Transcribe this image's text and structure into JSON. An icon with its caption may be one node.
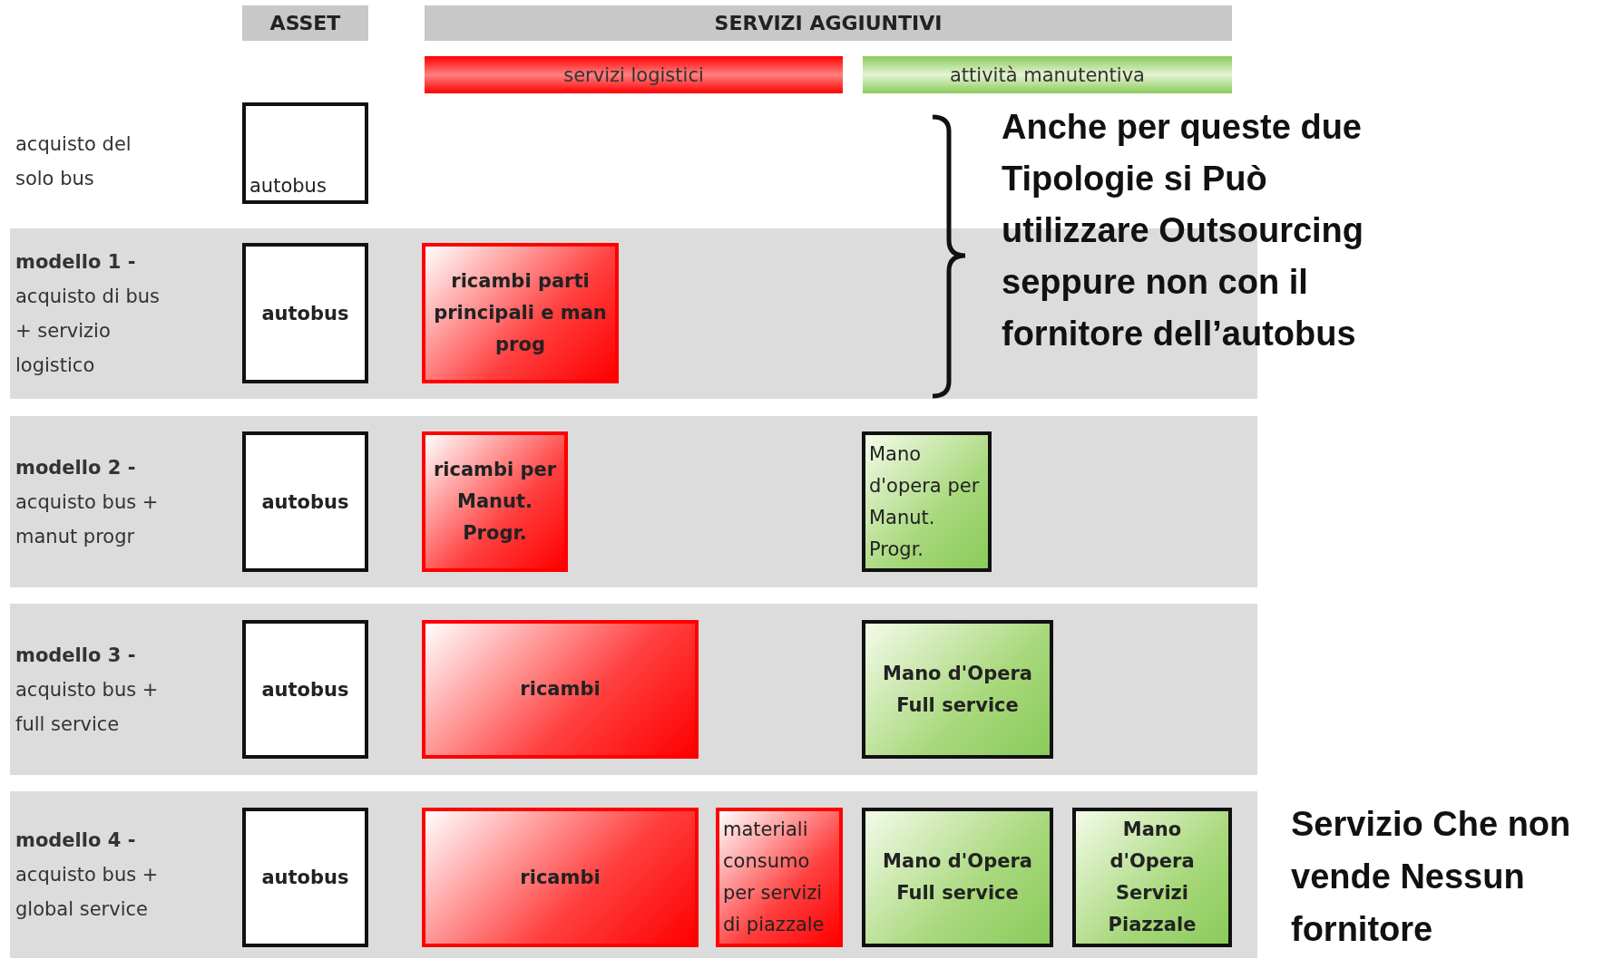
{
  "diagram": {
    "nodes": [
      {
        "text": [
          "ASSET"
        ]
      },
      {
        "text": [
          "SERVIZI AGGIUNTIVI"
        ]
      },
      {
        "text": [
          "servizi logistici"
        ]
      },
      {
        "text": [
          "attività manutentiva"
        ]
      },
      {
        "text": [
          "autobus"
        ]
      },
      {
        "text": [
          "**modello 1 -** acquisto di bus + servizio logistico"
        ]
      },
      {
        "text": [
          "autobus"
        ],
        "in": 5
      },
      {
        "text": [
          "ricambi parti principali e man prog"
        ],
        "in": 5
      },
      {
        "text": [
          "**modello 2 -** acquisto bus + manut progr"
        ]
      },
      {
        "text": [
          "autobus"
        ],
        "in": 8
      },
      {
        "text": [
          "ricambi per Manut. Progr."
        ],
        "in": 8
      },
      {
        "text": [
          "Mano d'opera per Manut. Progr."
        ],
        "in": 8
      },
      {
        "text": [
          "**modello 3 -** acquisto bus + full service"
        ]
      },
      {
        "text": [
          "autobus"
        ],
        "in": 12
      },
      {
        "text": [
          "ricambi"
        ],
        "in": 12
      },
      {
        "text": [
          "Mano d'Opera Full service"
        ],
        "in": 12
      },
      {
        "text": [
          "**modello 4 -** acquisto bus + global service"
        ]
      },
      {
        "text": [
          "autobus"
        ],
        "in": 16
      },
      {
        "text": [
          "ricambi"
        ],
        "in": 16
      },
      {
        "text": [
          "materiali consumo per servizi di piazzale"
        ],
        "in": 16
      },
      {
        "text": [
          "Mano d'Opera Full service"
        ],
        "in": 16
      },
      {
        "text": [
          "Mano d'Opera Servizi Piazzale"
        ],
        "in": 16
      }
    ],
    "labels": [
      "acquisto del solo bus",
      "Anche per queste due Tipologie si Può utilizzare Outsourcing seppure non con il fornitore dell’autobus",
      "Servizio Che non vende Nessun fornitore"
    ]
  }
}
